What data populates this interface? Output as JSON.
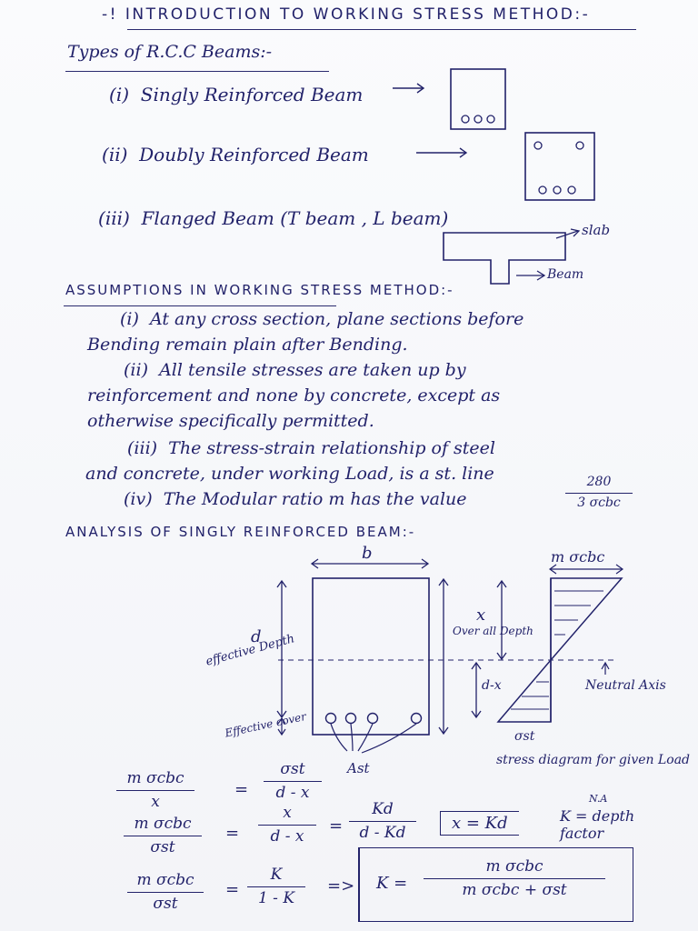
{
  "title": "-! INTRODUCTION TO WORKING STRESS METHOD:-",
  "types_heading": "Types of R.C.C Beams:-",
  "beam_types": [
    {
      "num": "i",
      "label": "Singly Reinforced Beam"
    },
    {
      "num": "ii",
      "label": "Doubly Reinforced Beam"
    },
    {
      "num": "iii",
      "label": "Flanged Beam (T beam , L beam)"
    }
  ],
  "slab_label": "slab",
  "beam_label": "Beam",
  "assumptions_heading": "ASSUMPTIONS IN WORKING STRESS METHOD:-",
  "assumptions": [
    {
      "num": "i",
      "line1": "At any cross section, plane sections before",
      "line2": "Bending remain plain after Bending."
    },
    {
      "num": "ii",
      "line1": "All tensile stresses are taken up by",
      "line2": "reinforcement and none by concrete, except as",
      "line3": "otherwise specifically permitted."
    },
    {
      "num": "iii",
      "line1": "The stress-strain relationship of steel",
      "line2": "and concrete, under working Load, is a st. line"
    },
    {
      "num": "iv",
      "line1": "The Modular ratio m has the value",
      "frac_num": "280",
      "frac_den": "3 σcbc"
    }
  ],
  "analysis_heading": "ANALYSIS OF SINGLY REINFORCED BEAM:-",
  "diagram": {
    "b": "b",
    "d": "d",
    "eff_depth": "effective Depth",
    "eff_cover": "Effective cover",
    "overall": "Over all Depth",
    "x": "x",
    "d_minus_x": "d-x",
    "mscbc": "m σcbc",
    "neutral": "Neutral Axis",
    "ast": "Ast",
    "sst": "σst",
    "stress_caption": "stress diagram for given Load"
  },
  "equations": {
    "e1_lhs_num": "m σcbc",
    "e1_lhs_den": "x",
    "e1_rhs_num": "σst",
    "e1_rhs_den": "d - x",
    "e2_lhs_num": "m σcbc",
    "e2_lhs_den": "σst",
    "e2_mid_num": "x",
    "e2_mid_den": "d - x",
    "e2_rhs_num": "Kd",
    "e2_rhs_den": "d - Kd",
    "box1": "x = Kd",
    "na_note": "N.A",
    "k_def": "K = depth factor",
    "e3_lhs_num": "m σcbc",
    "e3_lhs_den": "σst",
    "e3_mid_num": "K",
    "e3_mid_den": "1 - K",
    "k_prefix": "K =",
    "k_num": "m σcbc",
    "k_den": "m σcbc + σst",
    "equals": "=",
    "implies": "=>"
  }
}
